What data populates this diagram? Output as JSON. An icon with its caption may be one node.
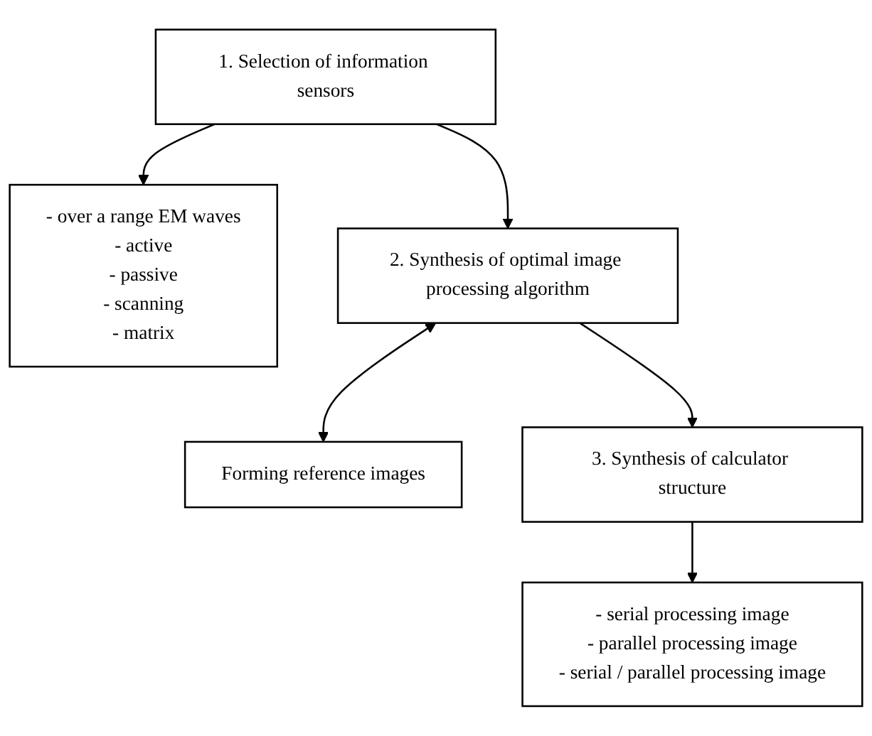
{
  "diagram": {
    "nodes": [
      {
        "text": [
          "1. Selection of information sensors"
        ]
      },
      {
        "text": [
          "- over a range EM waves",
          "- active",
          "- passive",
          "- scanning",
          "- matrix"
        ]
      },
      {
        "text": [
          "2. Synthesis of optimal image processing algorithm"
        ]
      },
      {
        "text": [
          "Forming reference images"
        ]
      },
      {
        "text": [
          "3. Synthesis of calculator structure"
        ]
      },
      {
        "text": [
          "- serial processing image",
          "- parallel processing image",
          "- serial / parallel processing image"
        ]
      }
    ],
    "edges": [
      {
        "from": 0,
        "to": 1,
        "arrow": "to"
      },
      {
        "from": 0,
        "to": 2,
        "arrow": "to"
      },
      {
        "from": 2,
        "to": 3,
        "arrow": "both"
      },
      {
        "from": 2,
        "to": 4,
        "arrow": "to"
      },
      {
        "from": 4,
        "to": 5,
        "arrow": "to"
      }
    ]
  }
}
